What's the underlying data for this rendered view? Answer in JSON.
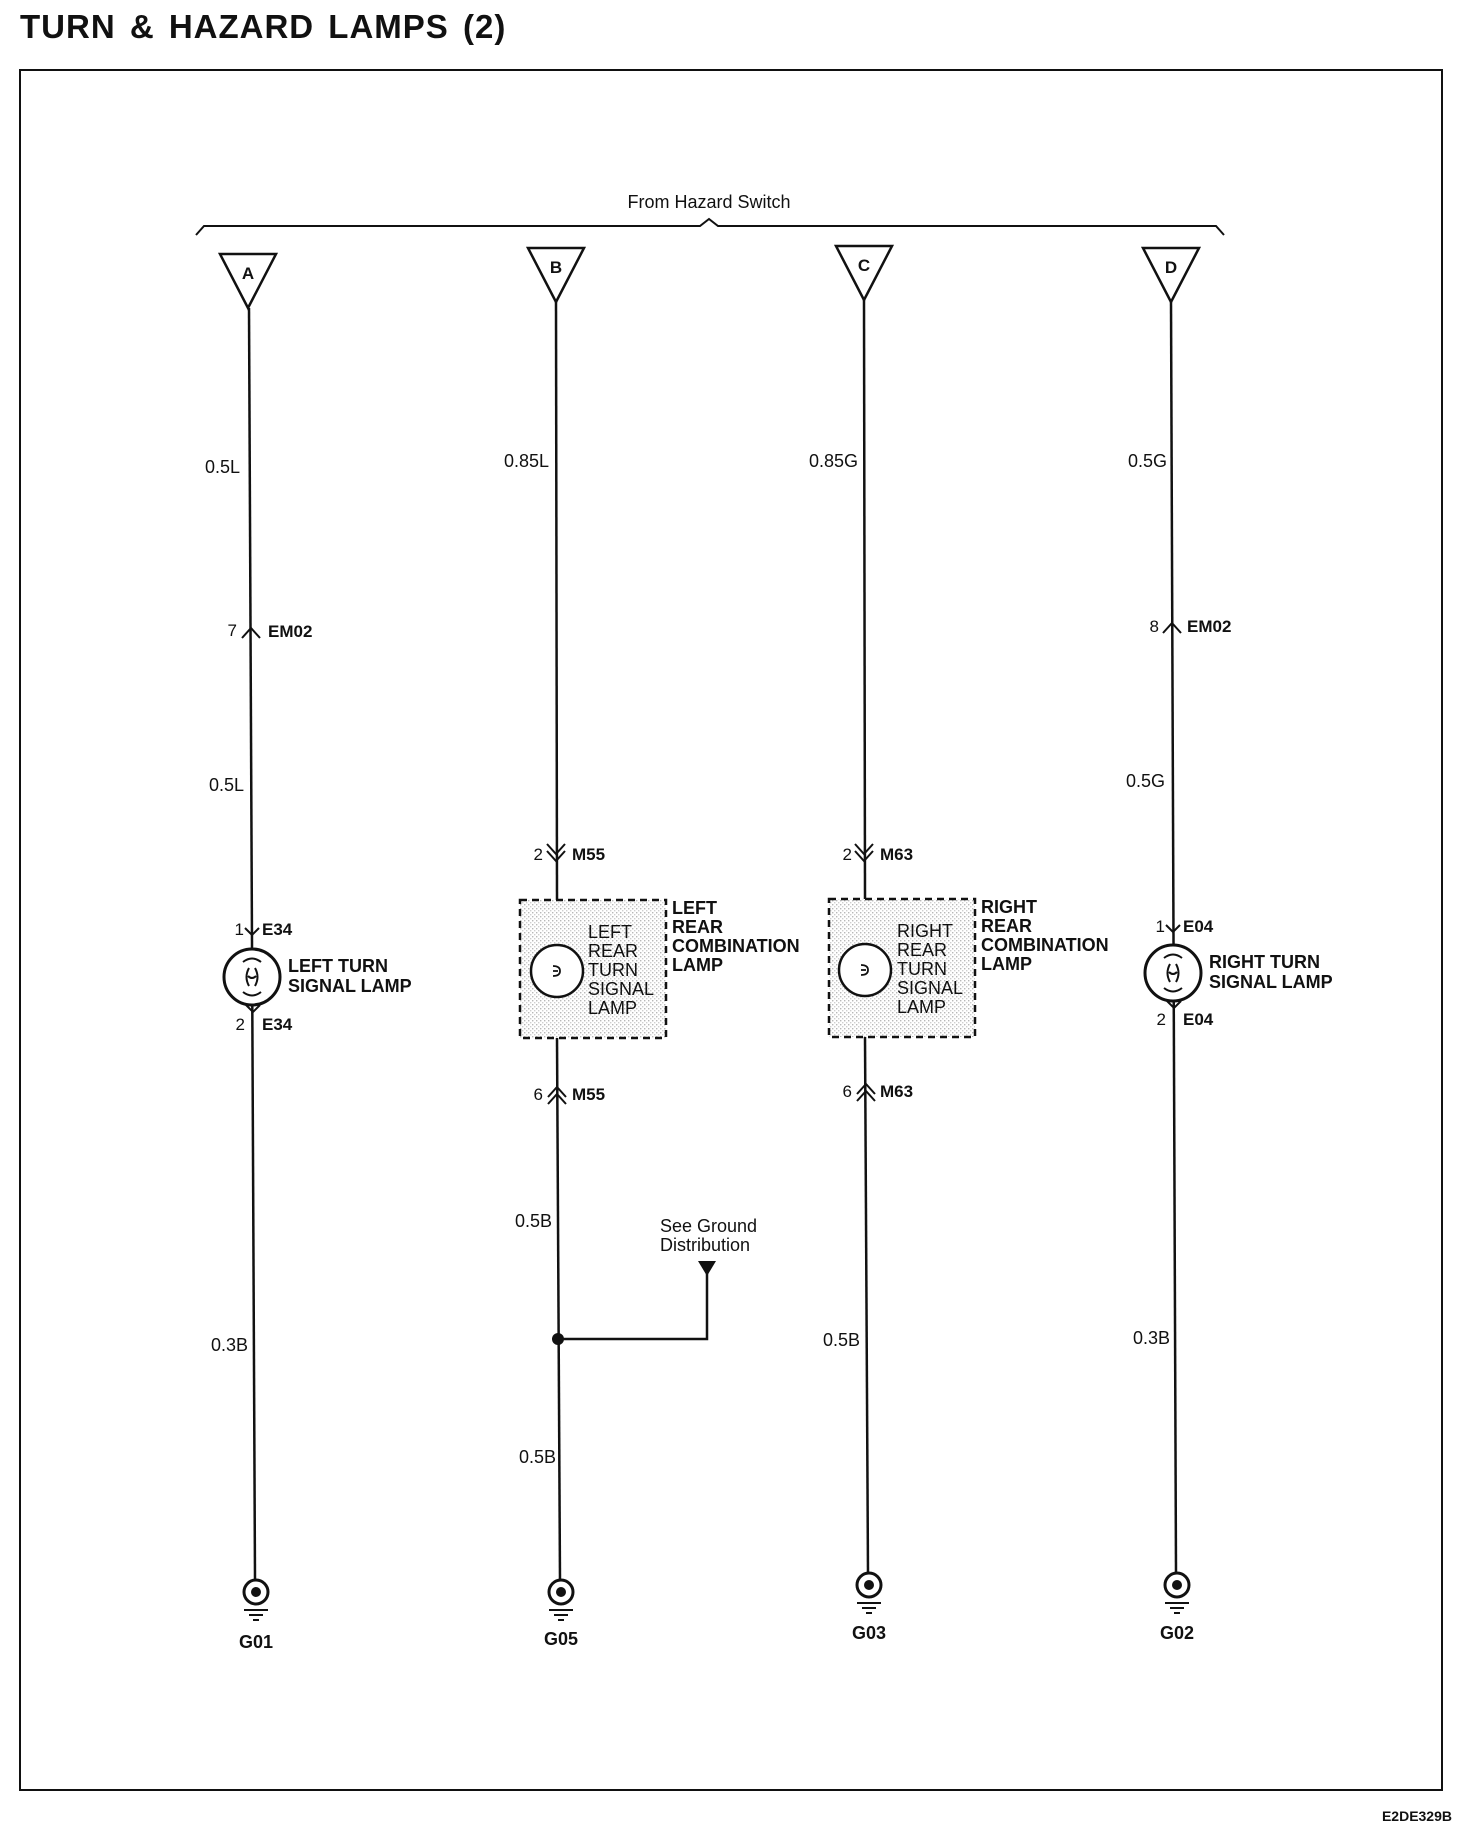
{
  "title": "TURN & HAZARD LAMPS (2)",
  "doc_code": "E2DE329B",
  "colors": {
    "line": "#111111",
    "shade": "#e4e4e4",
    "background": "#ffffff"
  },
  "source_label": "From Hazard Switch",
  "ground_note": [
    "See Ground",
    "Distribution"
  ],
  "circuits": {
    "a": {
      "letter": "A",
      "wire_top": "0.5L",
      "junction": {
        "pin": "7",
        "name": "EM02"
      },
      "wire_mid": "0.5L",
      "lamp_pin_top": {
        "pin": "1",
        "name": "E34"
      },
      "lamp_name": [
        "LEFT TURN",
        "SIGNAL LAMP"
      ],
      "lamp_pin_bottom": {
        "pin": "2",
        "name": "E34"
      },
      "wire_bottom": "0.3B",
      "ground": "G01"
    },
    "b": {
      "letter": "B",
      "wire_top": "0.85L",
      "conn_top": {
        "pin": "2",
        "name": "M55"
      },
      "inner_name": [
        "LEFT",
        "REAR",
        "TURN",
        "SIGNAL",
        "LAMP"
      ],
      "assembly_name": [
        "LEFT",
        "REAR",
        "COMBINATION",
        "LAMP"
      ],
      "conn_bottom": {
        "pin": "6",
        "name": "M55"
      },
      "wire_after": "0.5B",
      "wire_bottom": "0.5B",
      "ground": "G05"
    },
    "c": {
      "letter": "C",
      "wire_top": "0.85G",
      "conn_top": {
        "pin": "2",
        "name": "M63"
      },
      "inner_name": [
        "RIGHT",
        "REAR",
        "TURN",
        "SIGNAL",
        "LAMP"
      ],
      "assembly_name": [
        "RIGHT",
        "REAR",
        "COMBINATION",
        "LAMP"
      ],
      "conn_bottom": {
        "pin": "6",
        "name": "M63"
      },
      "wire_bottom": "0.5B",
      "ground": "G03"
    },
    "d": {
      "letter": "D",
      "wire_top": "0.5G",
      "junction": {
        "pin": "8",
        "name": "EM02"
      },
      "wire_mid": "0.5G",
      "lamp_pin_top": {
        "pin": "1",
        "name": "E04"
      },
      "lamp_name": [
        "RIGHT TURN",
        "SIGNAL LAMP"
      ],
      "lamp_pin_bottom": {
        "pin": "2",
        "name": "E04"
      },
      "wire_bottom": "0.3B",
      "ground": "G02"
    }
  }
}
